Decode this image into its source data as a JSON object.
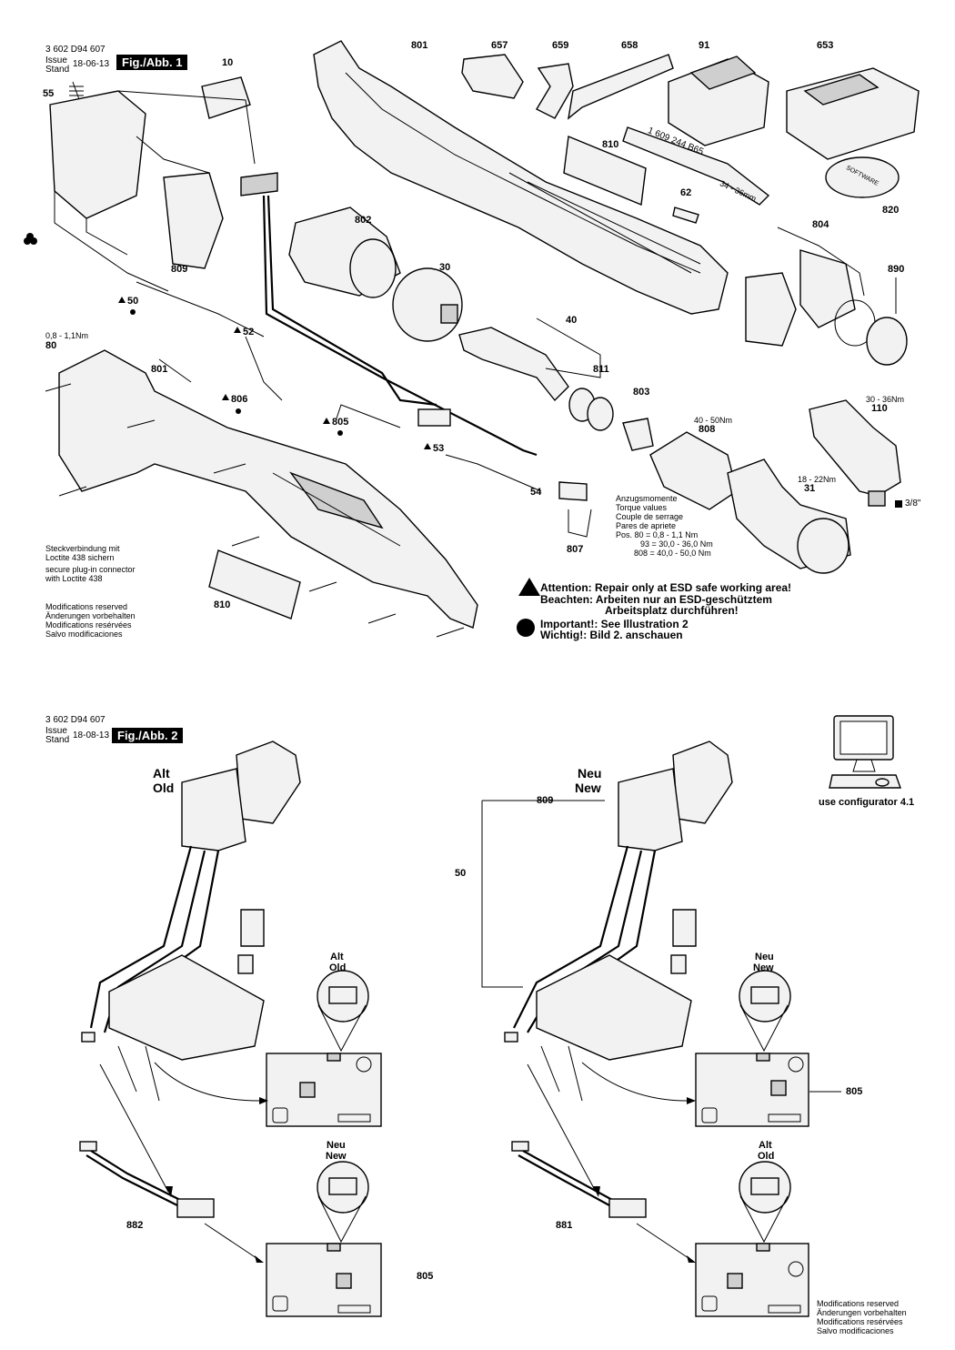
{
  "fig1": {
    "part_number": "3 602 D94 607",
    "issue_label": "Issue",
    "stand_label": "Stand",
    "date": "18-06-13",
    "fig_title": "Fig./Abb. 1",
    "labels": [
      "10",
      "55",
      "801",
      "657",
      "659",
      "658",
      "91",
      "653",
      "810",
      "62",
      "820",
      "802",
      "30",
      "804",
      "890",
      "809",
      "50",
      "52",
      "40",
      "811",
      "803",
      "80",
      "801",
      "806",
      "805",
      "53",
      "54",
      "808",
      "110",
      "31",
      "807",
      "810"
    ],
    "torque_80": "0,8 - 1,1Nm",
    "torque_110": "30 - 36Nm",
    "torque_808": "40 - 50Nm",
    "torque_31": "18 - 22Nm",
    "square_drive": "3/8\"",
    "wrench_text": "1 609 244 B65",
    "wrench_size": "34 - 36mm",
    "software_label": "SOFTWARE",
    "loctite_de": "Steckverbindung mit",
    "loctite_de2": "Loctite 438 sichern",
    "loctite_en": "secure plug-in connector",
    "loctite_en2": "with Loctite 438",
    "mods": [
      "Modifications reserved",
      "Änderungen vorbehalten",
      "Modifications resérvées",
      "Salvo modificaciones"
    ],
    "torque_table": [
      "Anzugsmomente",
      "Torque values",
      "Couple de serrage",
      "Pares de apriete",
      "Pos. 80 =  0,8 -  1,1 Nm",
      "93 = 30,0 - 36,0 Nm",
      "808 = 40,0 - 50,0 Nm"
    ],
    "attention": "Attention:  Repair only at ESD safe working area!",
    "beachten": "Beachten:  Arbeiten nur an ESD-geschütztem",
    "beachten2": "Arbeitsplatz durchführen!",
    "important": "Important!:  See Illustration 2",
    "wichtig": "Wichtig!:     Bild 2. anschauen"
  },
  "fig2": {
    "part_number": "3 602 D94 607",
    "issue_label": "Issue",
    "stand_label": "Stand",
    "date": "18-08-13",
    "fig_title": "Fig./Abb. 2",
    "alt": "Alt",
    "old": "Old",
    "neu": "Neu",
    "new": "New",
    "label_809": "809",
    "label_50": "50",
    "label_805": "805",
    "label_882": "882",
    "label_881": "881",
    "configurator": "use configurator 4.1",
    "mods": [
      "Modifications reserved",
      "Änderungen vorbehalten",
      "Modifications resérvées",
      "Salvo modificaciones"
    ]
  },
  "colors": {
    "ink": "#000000",
    "paper": "#ffffff",
    "shade": "#cfcfcf"
  }
}
